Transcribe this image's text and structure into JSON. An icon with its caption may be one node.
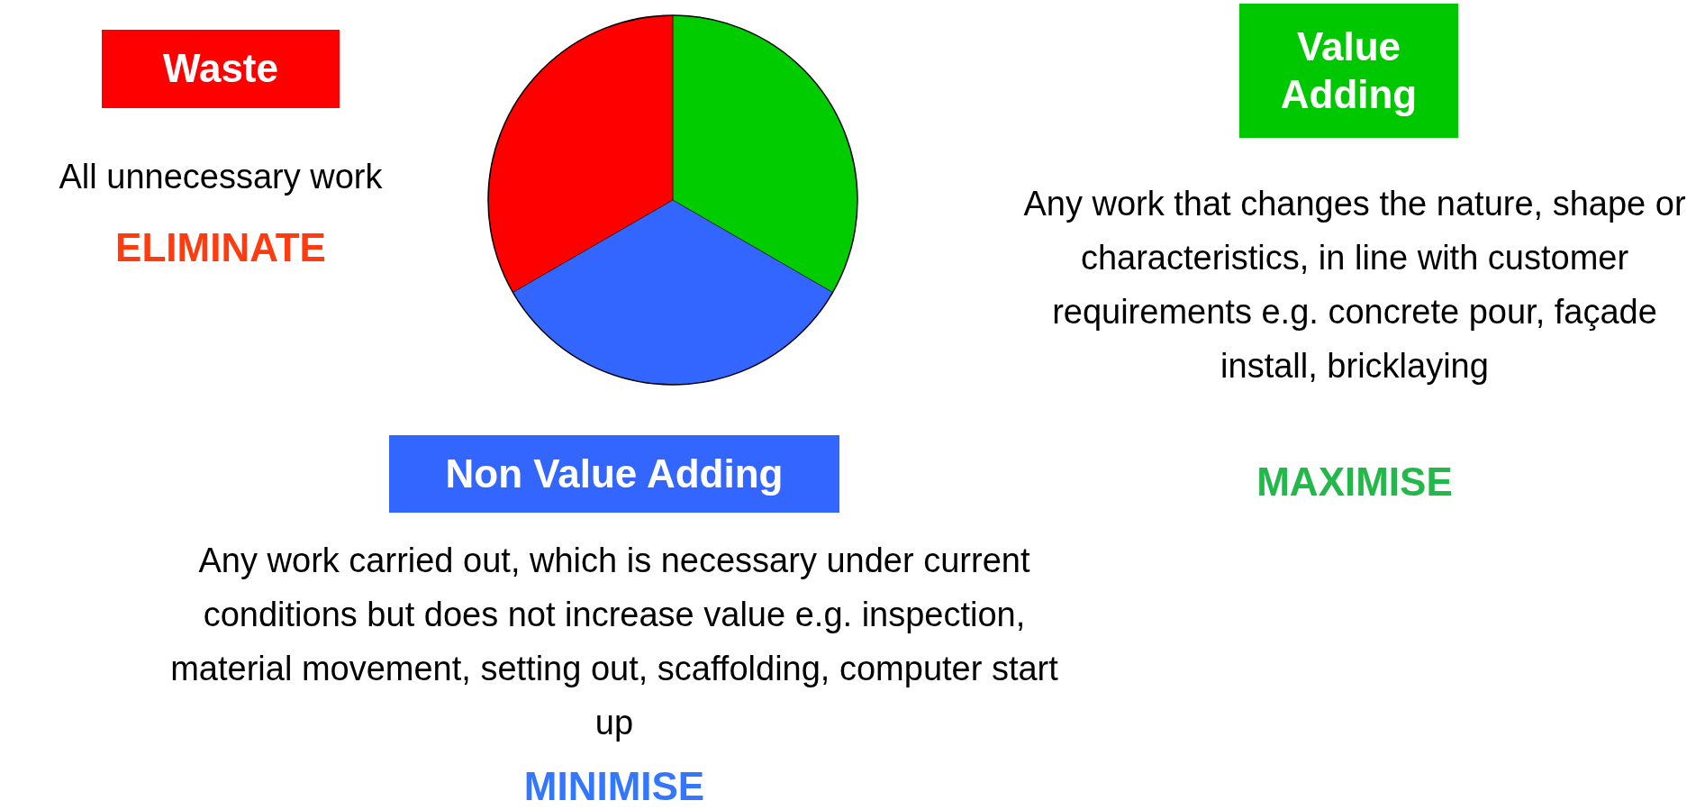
{
  "diagram": {
    "nodes": [
      {
        "text": [
          "Waste"
        ],
        "beside": [
          "All unnecessary work",
          "ELIMINATE"
        ]
      },
      {
        "text": [
          "Value Adding"
        ],
        "beside": [
          "Any work that changes the nature, shape or characteristics, in line with customer requirements e.g. concrete pour, façade install, bricklaying",
          "MAXIMISE"
        ]
      },
      {
        "text": [
          "Non Value Adding"
        ],
        "beside": [
          "Any work carried out, which is necessary under current conditions but does not increase value e.g. inspection, material movement, setting out, scaffolding, computer start up",
          "MINIMISE"
        ]
      }
    ]
  }
}
